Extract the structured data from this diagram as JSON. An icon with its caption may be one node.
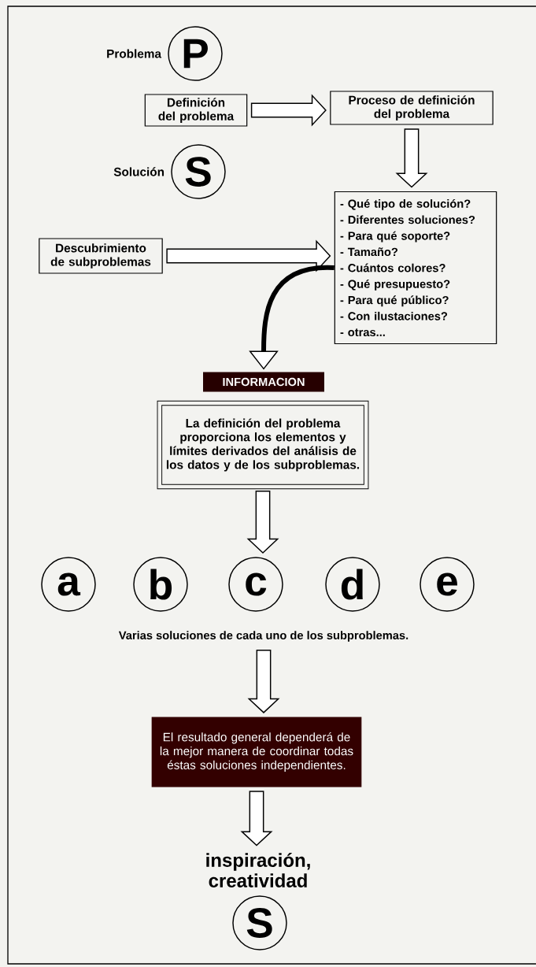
{
  "diagram": {
    "nodes": [
      {
        "text": [
          "P"
        ],
        "beside": [
          "Problema"
        ]
      },
      {
        "text": [
          "Definición del problema"
        ]
      },
      {
        "text": [
          "Proceso de definición del problema"
        ]
      },
      {
        "text": [
          "S"
        ],
        "beside": [
          "Solución"
        ]
      },
      {
        "text": [
          "Descubrimiento de subproblemas"
        ]
      },
      {
        "text": [
          "- Qué tipo de solución?",
          "- Diferentes soluciones?",
          "- Para qué soporte?",
          "- Tamaño?",
          "- Cuántos colores?",
          "- Qué presupuesto?",
          "- Para qué público?",
          "- Con ilustaciones?",
          "- otras..."
        ]
      },
      {
        "text": [
          "INFORMACION"
        ]
      },
      {
        "text": [
          "La definición del problema proporciona los elementos y límites derivados del análisis de los datos y de los subproblemas."
        ]
      },
      {
        "text": [
          "a"
        ]
      },
      {
        "text": [
          "b"
        ]
      },
      {
        "text": [
          "c"
        ]
      },
      {
        "text": [
          "d"
        ]
      },
      {
        "text": [
          "e"
        ]
      },
      {
        "text": [
          "Varias soluciones de cada uno de los subproblemas."
        ]
      },
      {
        "text": [
          "El resultado general dependerá de la mejor manera de coordinar todas éstas soluciones independientes."
        ]
      },
      {
        "text": [
          "inspiración, creatividad"
        ]
      },
      {
        "text": [
          "S"
        ]
      }
    ],
    "edges": [
      {
        "from": 1,
        "to": 2,
        "arrow": "to"
      },
      {
        "from": 2,
        "to": 5,
        "arrow": "to"
      },
      {
        "from": 4,
        "to": 5,
        "arrow": "to"
      },
      {
        "from": 5,
        "to": 6,
        "arrow": "to"
      },
      {
        "from": 7,
        "to": 10,
        "arrow": "to"
      },
      {
        "from": 13,
        "to": 14,
        "arrow": "to"
      },
      {
        "from": 14,
        "to": 15,
        "arrow": "to"
      }
    ]
  }
}
